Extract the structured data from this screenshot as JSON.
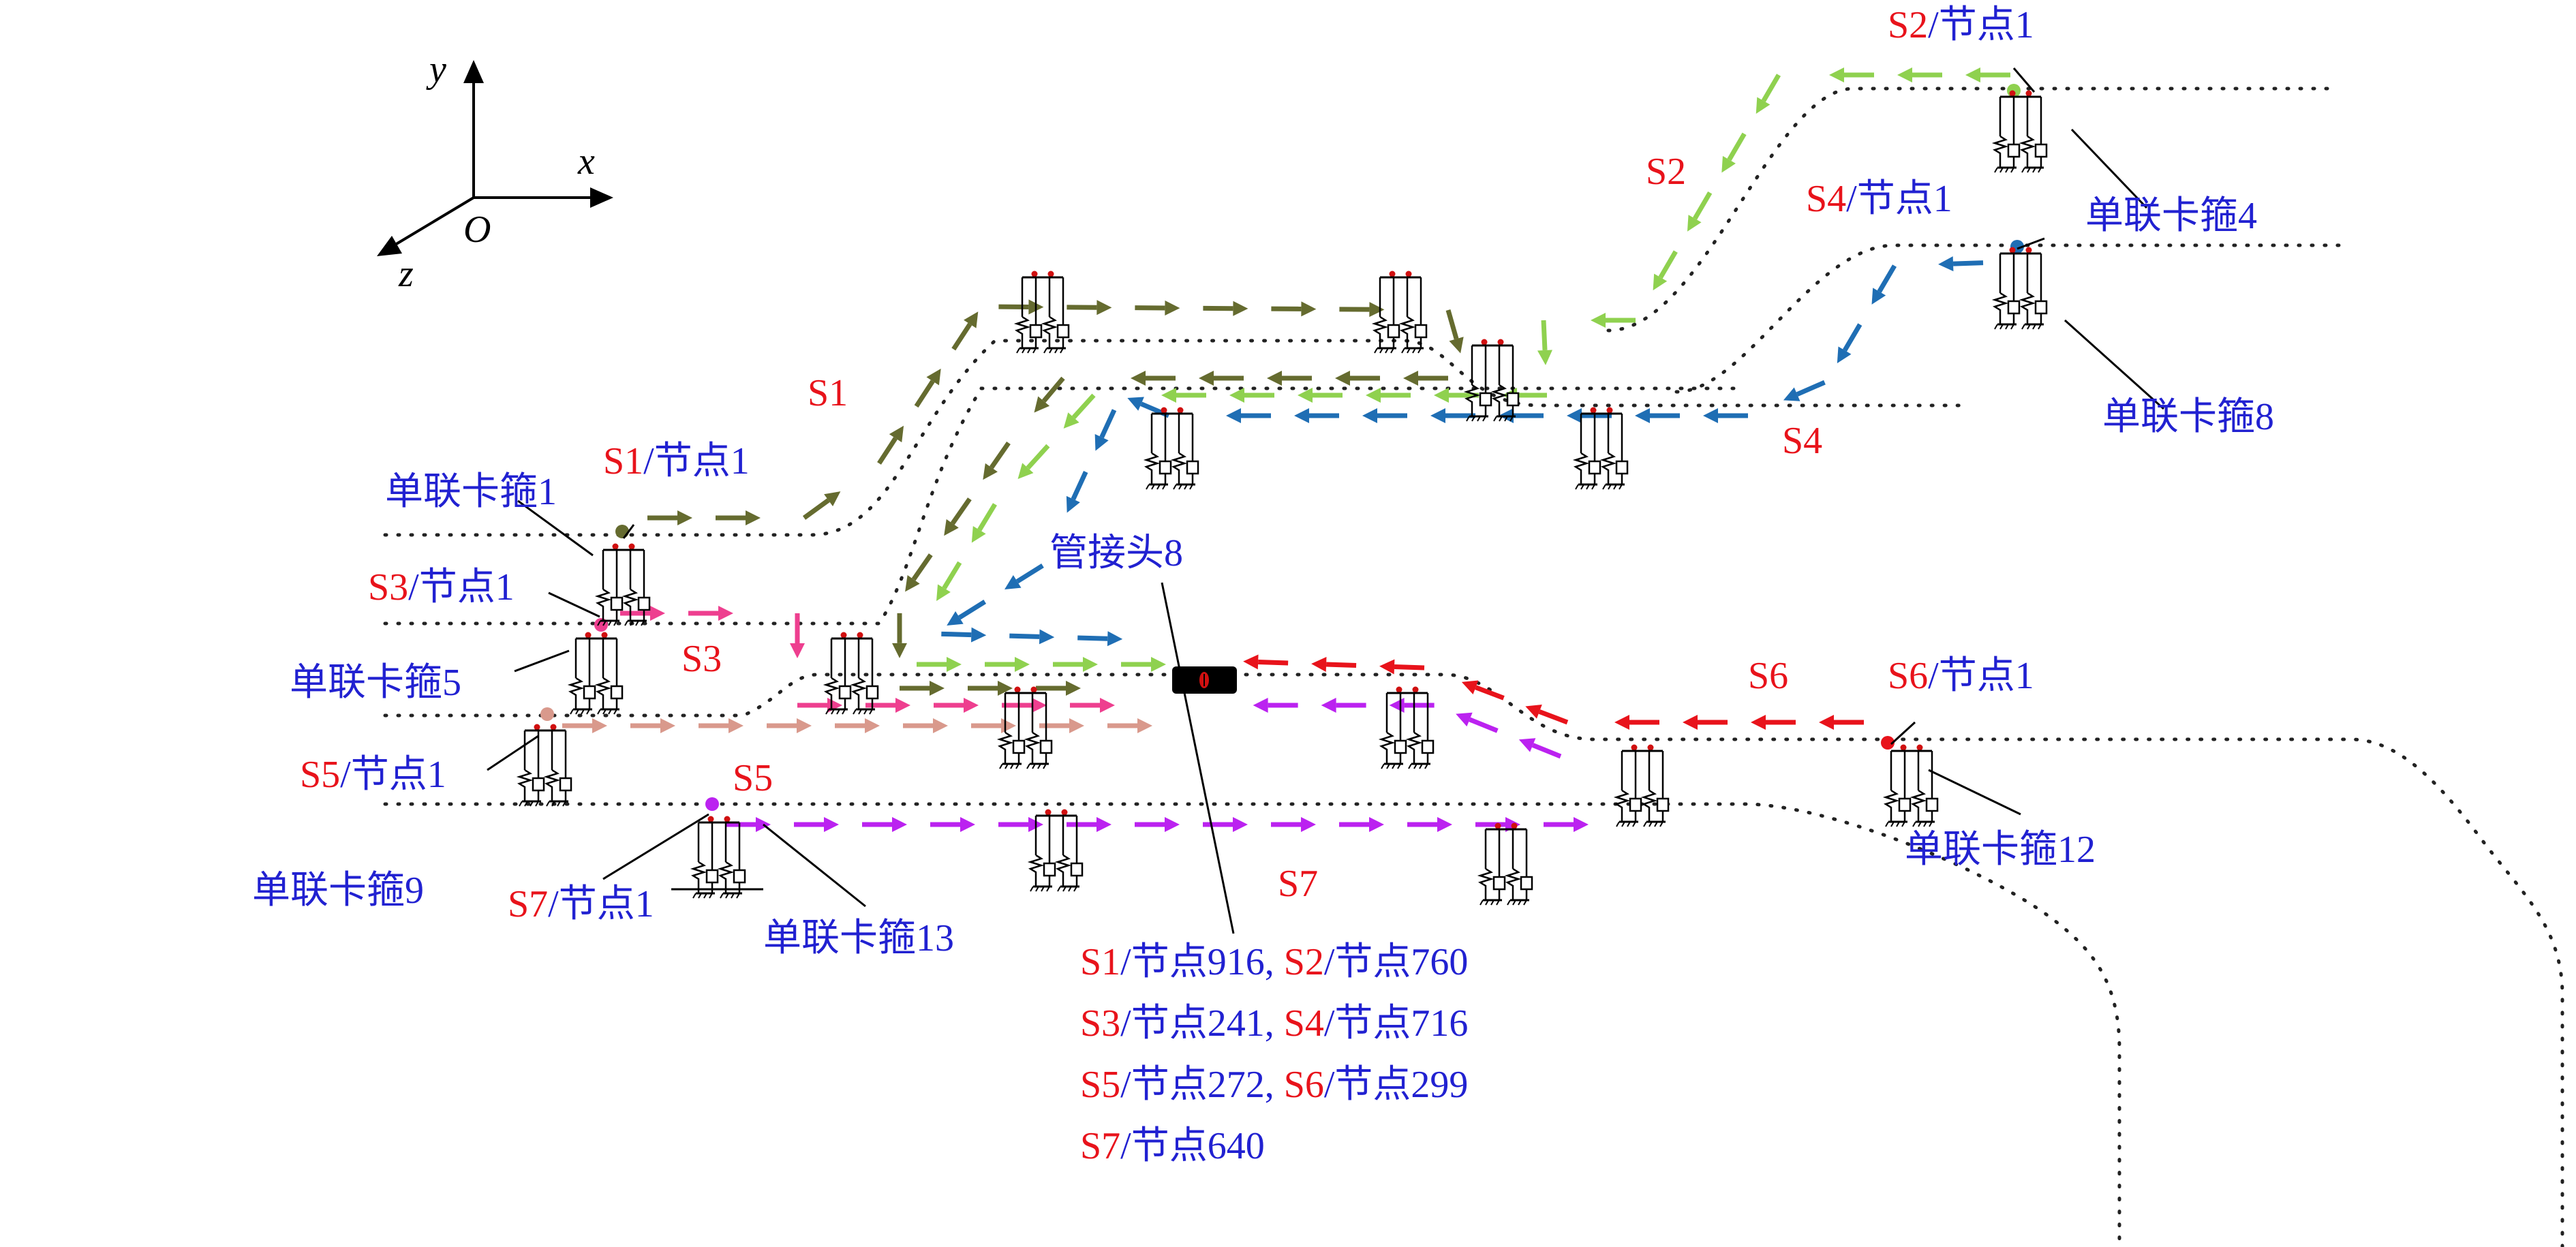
{
  "colors": {
    "red": "#e8131b",
    "blue": "#2121d1",
    "olive": "#656b2f",
    "lightgreen": "#8fd14f",
    "steelblue": "#1f6eb4",
    "pink": "#ee3f8f",
    "salmon": "#d9998c",
    "purple": "#bb22f0",
    "brightred": "#e8131b"
  },
  "axes": {
    "x": "x",
    "y": "y",
    "z": "z",
    "origin": "O"
  },
  "segments": {
    "S1": "S1",
    "S2": "S2",
    "S3": "S3",
    "S4": "S4",
    "S5": "S5",
    "S6": "S6",
    "S7": "S7"
  },
  "start_nodes": {
    "s1": {
      "seg": "S1",
      "node": "/节点1"
    },
    "s2": {
      "seg": "S2",
      "node": "/节点1"
    },
    "s3": {
      "seg": "S3",
      "node": "/节点1"
    },
    "s4": {
      "seg": "S4",
      "node": "/节点1"
    },
    "s5": {
      "seg": "S5",
      "node": "/节点1"
    },
    "s6": {
      "seg": "S6",
      "node": "/节点1"
    },
    "s7": {
      "seg": "S7",
      "node": "/节点1"
    }
  },
  "clamps": {
    "c1": "单联卡箍1",
    "c4": "单联卡箍4",
    "c5": "单联卡箍5",
    "c8": "单联卡箍8",
    "c9": "单联卡箍9",
    "c12": "单联卡箍12",
    "c13": "单联卡箍13"
  },
  "joint": "管接头8",
  "end_nodes": [
    [
      {
        "seg": "S1",
        "node": "/节点916"
      },
      {
        "seg": "S2",
        "node": "/节点760"
      }
    ],
    [
      {
        "seg": "S3",
        "node": "/节点241"
      },
      {
        "seg": "S4",
        "node": "/节点716"
      }
    ],
    [
      {
        "seg": "S5",
        "node": "/节点272"
      },
      {
        "seg": "S6",
        "node": "/节点299"
      }
    ],
    [
      {
        "seg": "S7",
        "node": "/节点640"
      }
    ]
  ],
  "separator": ", "
}
